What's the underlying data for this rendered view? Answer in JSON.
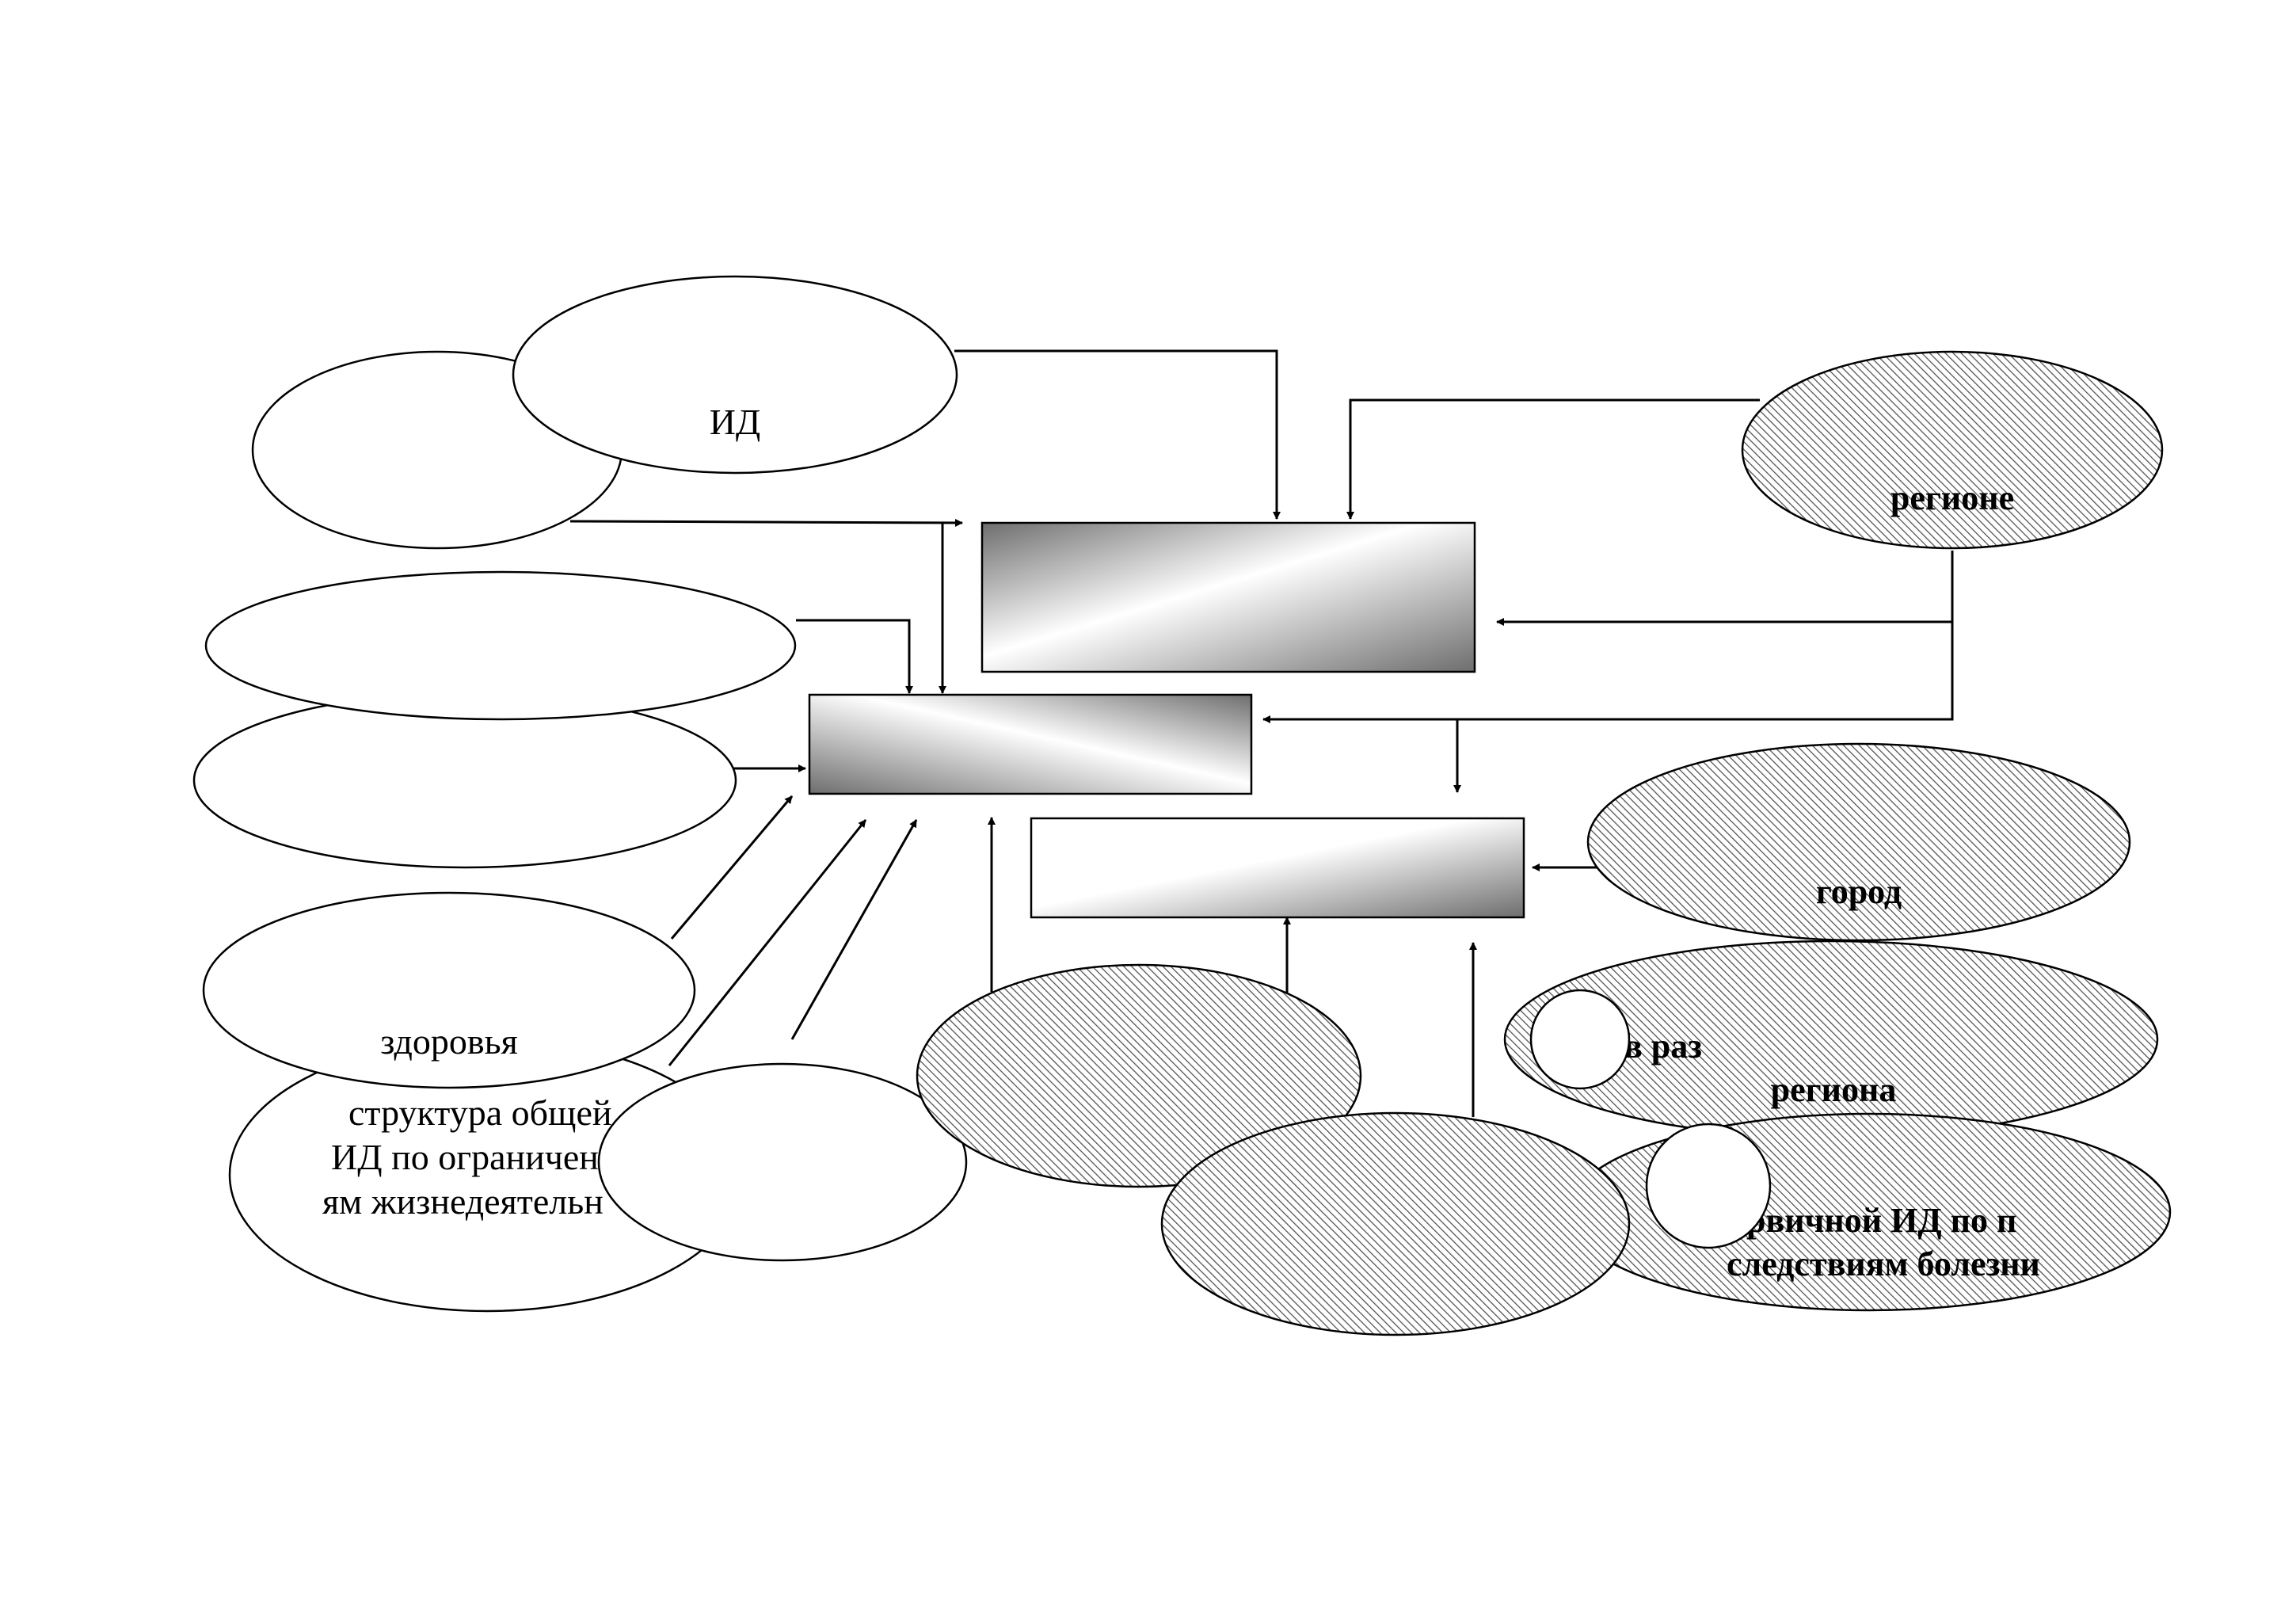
{
  "labels": {
    "top_oval": "ИД",
    "region_oval": "регионе",
    "health_oval": "здоровья",
    "structure_oval": [
      "структура общей",
      "ИД по ограничен",
      "ям жизнедеятельн"
    ],
    "city_oval": "город",
    "region2_oval": [
      "в раз",
      "региона"
    ],
    "primary_oval": [
      "рвичной ИД по п",
      "следствиям болезни"
    ]
  },
  "colors": {
    "stroke": "#000000",
    "fill": "#ffffff",
    "box_dark": "#6e6e6e",
    "box_light": "#ffffff",
    "hatch": "#555555"
  }
}
